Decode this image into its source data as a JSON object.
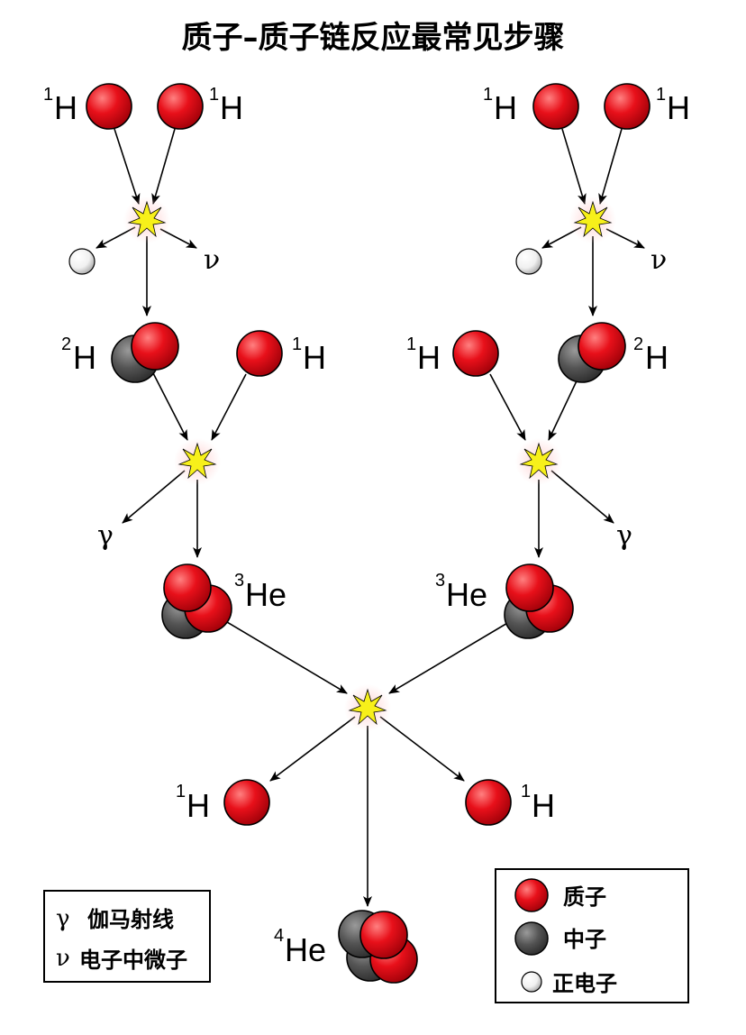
{
  "title": "质子–质子链反应最常见步骤",
  "isotopes": {
    "h1": {
      "mass": "1",
      "symbol": "H"
    },
    "h2": {
      "mass": "2",
      "symbol": "H"
    },
    "he3": {
      "mass": "3",
      "symbol": "He"
    },
    "he4": {
      "mass": "4",
      "symbol": "He"
    }
  },
  "symbols": {
    "gamma": "γ",
    "neutrino": "ν"
  },
  "legend_left": {
    "gamma_symbol": "γ",
    "gamma_label": "伽马射线",
    "neutrino_symbol": "ν",
    "neutrino_label": "电子中微子"
  },
  "legend_right": {
    "proton": "质子",
    "neutron": "中子",
    "positron": "正电子"
  },
  "colors": {
    "proton": "#e8101a",
    "neutron": "#555555",
    "positron": "#ffffff",
    "flash": "#f7f01a"
  }
}
